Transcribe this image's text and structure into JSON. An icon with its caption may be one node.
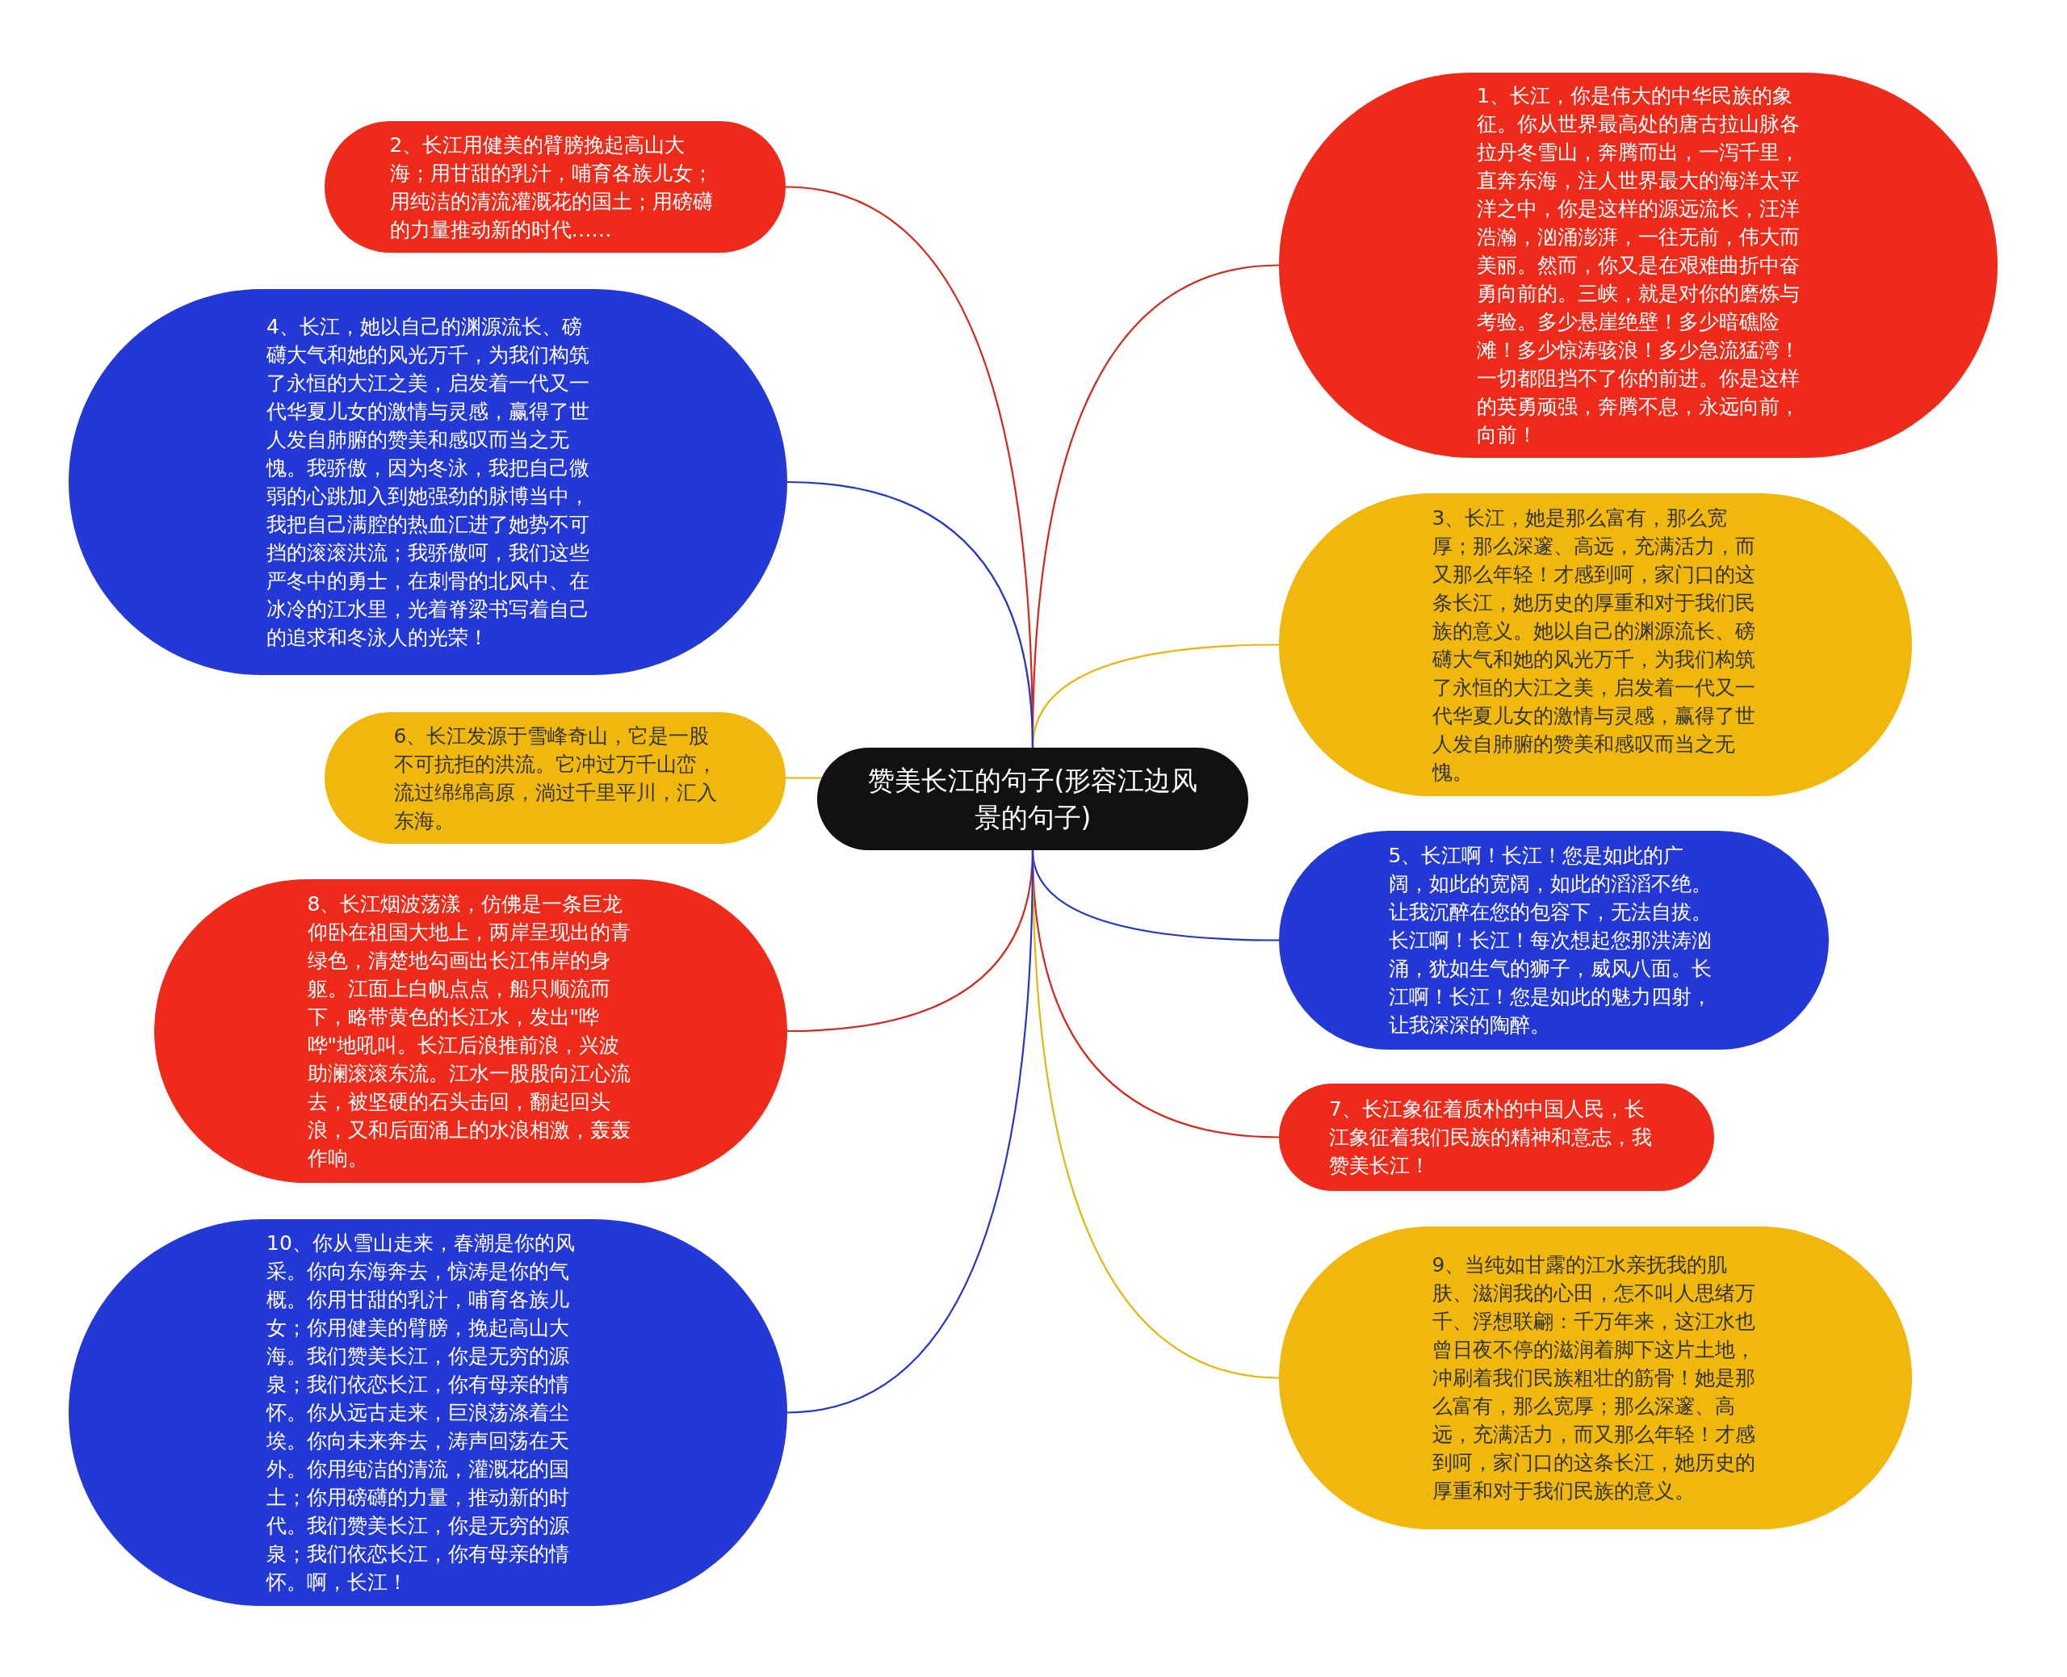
{
  "diagram": {
    "nodes": [
      {
        "text": [
          "赞美长江的句子(形容江边风景的句子)"
        ]
      },
      {
        "text": [
          "1、长江，你是伟大的中华民族的象征。你从世界最高处的唐古拉山脉各拉丹冬雪山，奔腾而出，一泻千里，直奔东海，注人世界最大的海洋太平洋之中，你是这样的源远流长，汪洋浩瀚，汹涌澎湃，一往无前，伟大而美丽。然而，你又是在艰难曲折中奋勇向前的。三峡，就是对你的磨炼与考验。多少悬崖绝壁！多少暗礁险滩！多少惊涛骇浪！多少急流猛湾！一切都阻挡不了你的前进。你是这样的英勇顽强，奔腾不息，永远向前，向前！"
        ]
      },
      {
        "text": [
          "2、长江用健美的臂膀挽起高山大海；用甘甜的乳汁，哺育各族儿女；用纯洁的清流灌溉花的国土；用磅礴的力量推动新的时代……"
        ]
      },
      {
        "text": [
          "3、长江，她是那么富有，那么宽厚；那么深邃、高远，充满活力，而又那么年轻！才感到呵，家门口的这条长江，她历史的厚重和对于我们民族的意义。她以自己的渊源流长、磅礴大气和她的风光万千，为我们构筑了永恒的大江之美，启发着一代又一代华夏儿女的激情与灵感，赢得了世人发自肺腑的赞美和感叹而当之无愧。"
        ]
      },
      {
        "text": [
          "4、长江，她以自己的渊源流长、磅礴大气和她的风光万千，为我们构筑了永恒的大江之美，启发着一代又一代华夏儿女的激情与灵感，赢得了世人发自肺腑的赞美和感叹而当之无愧。我骄傲，因为冬泳，我把自己微弱的心跳加入到她强劲的脉博当中，我把自己满腔的热血汇进了她势不可挡的滚滚洪流；我骄傲呵，我们这些严冬中的勇士，在刺骨的北风中、在冰冷的江水里，光着脊梁书写着自己的追求和冬泳人的光荣！"
        ]
      },
      {
        "text": [
          "5、长江啊！长江！您是如此的广阔，如此的宽阔，如此的滔滔不绝。让我沉醉在您的包容下，无法自拔。长江啊！长江！每次想起您那洪涛汹涌，犹如生气的狮子，威风八面。长江啊！长江！您是如此的魅力四射，让我深深的陶醉。"
        ]
      },
      {
        "text": [
          "6、长江发源于雪峰奇山，它是一股不可抗拒的洪流。它冲过万千山峦，流过绵绵高原，淌过千里平川，汇入东海。"
        ]
      },
      {
        "text": [
          "7、长江象征着质朴的中国人民，长江象征着我们民族的精神和意志，我赞美长江！"
        ]
      },
      {
        "text": [
          "8、长江烟波荡漾，仿佛是一条巨龙仰卧在祖国大地上，两岸呈现出的青绿色，清楚地勾画出长江伟岸的身躯。江面上白帆点点，船只顺流而下，略带黄色的长江水，发出\"哗哗\"地吼叫。长江后浪推前浪，兴波助澜滚滚东流。江水一股股向江心流去，被坚硬的石头击回，翻起回头浪，又和后面涌上的水浪相激，轰轰作响。"
        ]
      },
      {
        "text": [
          "9、当纯如甘露的江水亲抚我的肌肤、滋润我的心田，怎不叫人思绪万千、浮想联翩：千万年来，这江水也曾日夜不停的滋润着脚下这片土地，冲刷着我们民族粗壮的筋骨！她是那么富有，那么宽厚；那么深邃、高远，充满活力，而又那么年轻！才感到呵，家门口的这条长江，她历史的厚重和对于我们民族的意义。"
        ]
      },
      {
        "text": [
          "10、你从雪山走来，春潮是你的风采。你向东海奔去，惊涛是你的气概。你用甘甜的乳汁，哺育各族儿女；你用健美的臂膀，挽起高山大海。我们赞美长江，你是无穷的源泉；我们依恋长江，你有母亲的情怀。你从远古走来，巨浪荡涤着尘埃。你向未来奔去，涛声回荡在天外。你用纯洁的清流，灌溉花的国土；你用磅礴的力量，推动新的时代。我们赞美长江，你是无穷的源泉；我们依恋长江，你有母亲的情怀。啊，长江！"
        ]
      }
    ],
    "edges": [
      {
        "from": 0,
        "to": 1,
        "arrow": "none"
      },
      {
        "from": 0,
        "to": 2,
        "arrow": "none"
      },
      {
        "from": 0,
        "to": 3,
        "arrow": "none",
        "color": "#e6b40c"
      },
      {
        "from": 0,
        "to": 4,
        "arrow": "none",
        "color": "#2236c8"
      },
      {
        "from": 0,
        "to": 5,
        "arrow": "none",
        "color": "#2236c8"
      },
      {
        "from": 0,
        "to": 6,
        "arrow": "none",
        "color": "#e6b40c"
      },
      {
        "from": 0,
        "to": 7,
        "arrow": "none"
      },
      {
        "from": 0,
        "to": 8,
        "arrow": "none"
      },
      {
        "from": 0,
        "to": 9,
        "arrow": "none",
        "color": "#e6b40c"
      },
      {
        "from": 0,
        "to": 10,
        "arrow": "none",
        "color": "#2236c8"
      }
    ]
  }
}
